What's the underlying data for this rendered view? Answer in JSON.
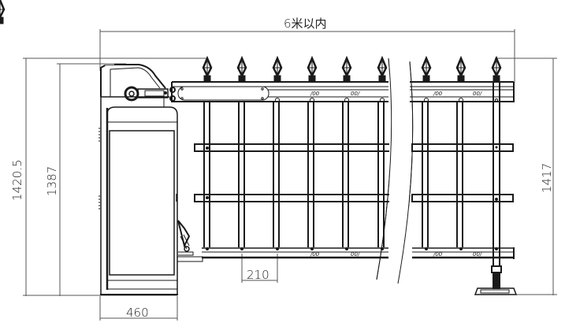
{
  "diagram": {
    "title": "Barrier gate with fence arm - elevation drawing",
    "dimensions": {
      "span_label": "6米以内",
      "overall_height_label": "1420.5",
      "cabinet_height_label": "1387",
      "arm_height_label": "1417",
      "cabinet_width_label": "460",
      "bar_spacing_label": "210"
    },
    "components": {
      "cabinet": "gate-cabinet",
      "arm": "fence-boom-arm",
      "support_foot": "arm-rest-support"
    },
    "colors": {
      "line": "#1a1a1a",
      "dim_line": "#555555",
      "background": "#ffffff"
    }
  }
}
